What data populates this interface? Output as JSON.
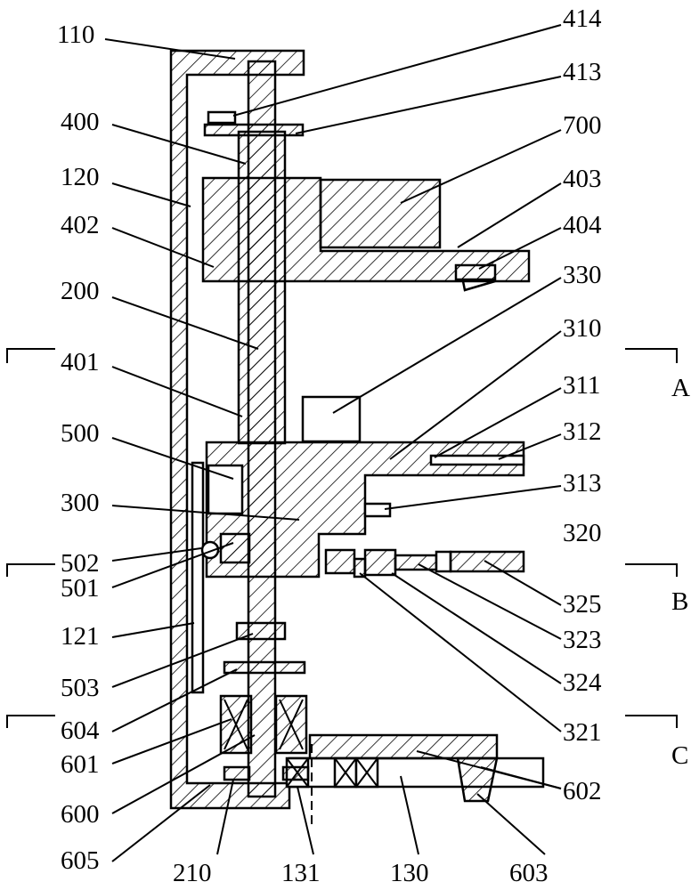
{
  "labels": {
    "l110": "110",
    "l414": "414",
    "l413": "413",
    "l400": "400",
    "l700": "700",
    "l120": "120",
    "l403": "403",
    "l402": "402",
    "l404": "404",
    "l330": "330",
    "l200": "200",
    "l310": "310",
    "l401": "401",
    "l311": "311",
    "l500": "500",
    "l312": "312",
    "l300": "300",
    "l313": "313",
    "l320": "320",
    "l502": "502",
    "l325": "325",
    "l501": "501",
    "l121": "121",
    "l323": "323",
    "l503": "503",
    "l324": "324",
    "l604": "604",
    "l321": "321",
    "l601": "601",
    "l600": "600",
    "l602": "602",
    "l605": "605",
    "l210": "210",
    "l131": "131",
    "l130": "130",
    "l603": "603"
  },
  "sections": {
    "a": "A",
    "b": "B",
    "c": "C"
  }
}
